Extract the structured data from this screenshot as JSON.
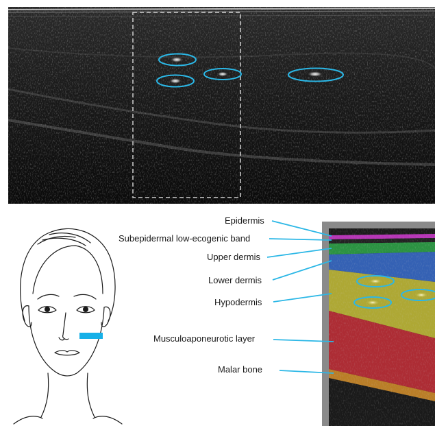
{
  "labels": {
    "epidermis": "Epidermis",
    "subepidermal": "Subepidermal low-ecogenic band",
    "upper_dermis": "Upper dermis",
    "lower_dermis": "Lower dermis",
    "hypodermis": "Hypodermis",
    "smas": "Musculoaponeurotic layer",
    "malar_bone": "Malar bone"
  },
  "colors": {
    "annotation_cyan": "#2bb7e6",
    "roi_box": "#cfcfcf",
    "epidermis": "#d23bd2",
    "upper_dermis": "#2fa84a",
    "lower_dermis": "#3a6fd0",
    "hypodermis": "#c9c23a",
    "smas": "#c8303a",
    "malar_bone": "#d7902a",
    "inset_frame": "#8a8a8a"
  },
  "icons": {
    "face": "face-outline-illustration",
    "probe_marker": "probe-position-marker"
  }
}
